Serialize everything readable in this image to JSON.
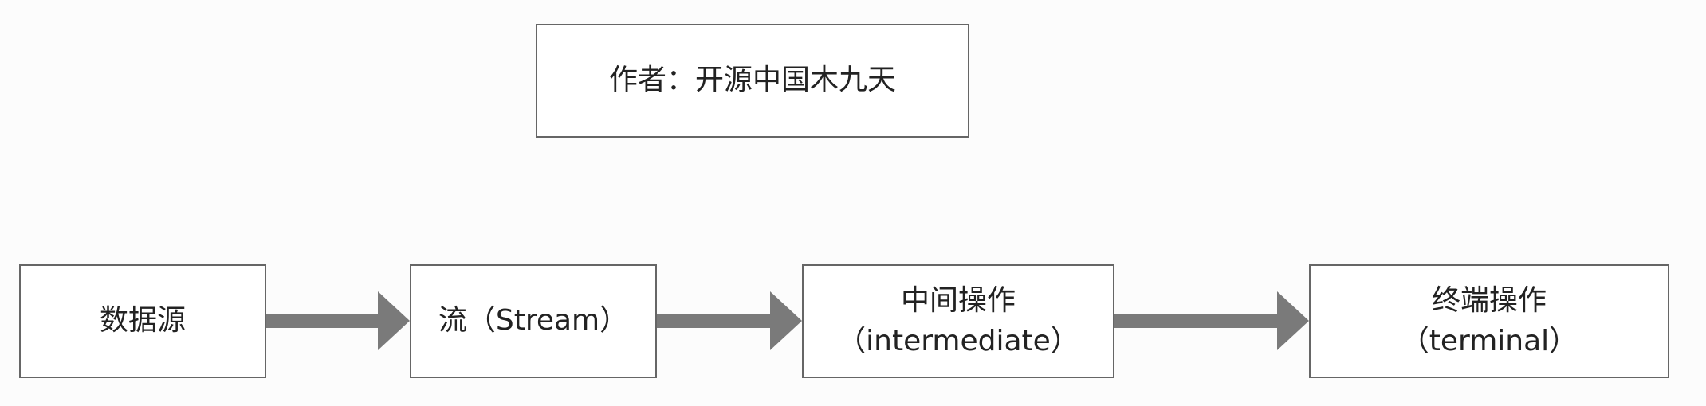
{
  "author_label": "作者：开源中国木九天",
  "nodes": {
    "source": "数据源",
    "stream": "流（Stream）",
    "intermediate": "中间操作\n（intermediate）",
    "terminal": "终端操作\n（terminal）"
  },
  "colors": {
    "border": "#666666",
    "arrow": "#7a7a7a",
    "text": "#222222",
    "background": "#fcfcfc"
  }
}
